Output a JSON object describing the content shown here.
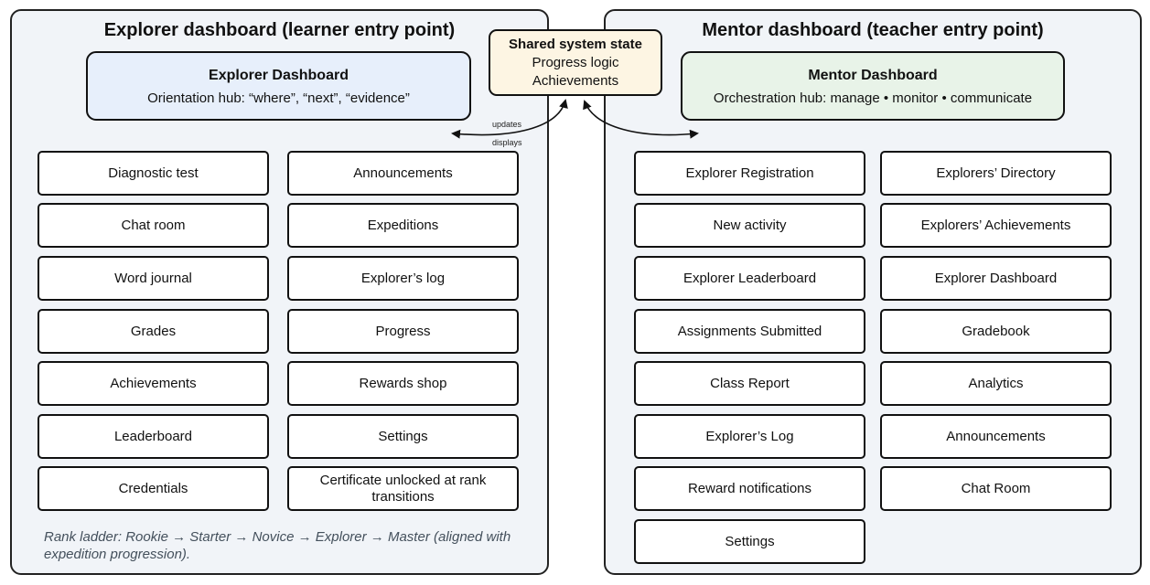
{
  "explorer": {
    "panel_title": "Explorer dashboard (learner entry point)",
    "hub_title": "Explorer Dashboard",
    "hub_subtitle": "Orientation hub: “where”, “next”, “evidence”",
    "col1": [
      "Diagnostic test",
      "Chat room",
      "Word journal",
      "Grades",
      "Achievements",
      "Leaderboard",
      "Credentials"
    ],
    "col2": [
      "Announcements",
      "Expeditions",
      "Explorer’s log",
      "Progress",
      "Rewards shop",
      "Settings",
      "Certificate unlocked at rank transitions"
    ],
    "rank_note": "Rank ladder: Rookie → Starter → Novice → Explorer → Master (aligned with expedition progression)."
  },
  "state": {
    "title": "Shared system state",
    "line1": "Progress logic",
    "line2": "Achievements"
  },
  "edges": {
    "updates": "updates",
    "displays": "displays"
  },
  "mentor": {
    "panel_title": "Mentor dashboard (teacher entry point)",
    "hub_title": "Mentor Dashboard",
    "hub_subtitle": "Orchestration hub: manage • monitor • communicate",
    "col1": [
      "Explorer Registration",
      "New activity",
      "Explorer Leaderboard",
      "Assignments Submitted",
      "Class Report",
      "Explorer’s Log",
      "Reward notifications",
      "Settings"
    ],
    "col2": [
      "Explorers’ Directory",
      "Explorers’ Achievements",
      "Explorer Dashboard",
      "Gradebook",
      "Analytics",
      "Announcements",
      "Chat Room"
    ]
  },
  "colors": {
    "explorer_hub": "#e7effb",
    "mentor_hub": "#e8f3e8",
    "state_box": "#fdf5e3",
    "panel_bg": "#f1f4f8"
  }
}
